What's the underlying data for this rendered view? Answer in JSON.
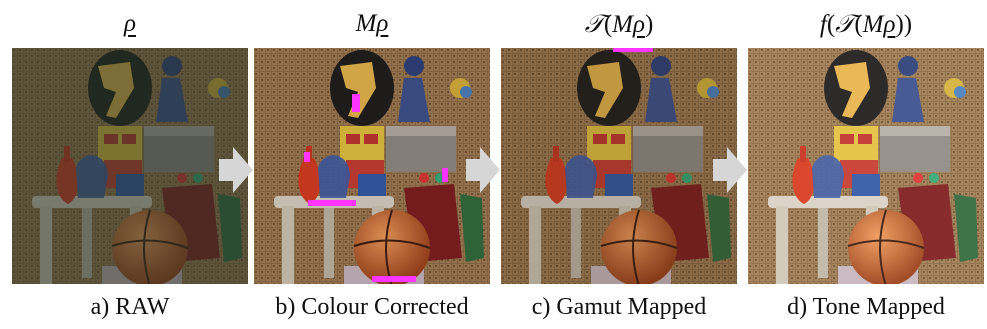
{
  "panels": [
    {
      "math": "ρ",
      "caption": "a) RAW",
      "tint": "raw"
    },
    {
      "math": "Mρ",
      "caption": "b) Colour Corrected",
      "tint": "corrected"
    },
    {
      "math": "𝒯(Mρ)",
      "caption": "c) Gamut Mapped",
      "tint": "gamut"
    },
    {
      "math": "f(𝒯(Mρ))",
      "caption": "d) Tone Mapped",
      "tint": "tone"
    }
  ],
  "colors": {
    "arrow": "#d6d6d6",
    "artifact": "#ff35ff"
  }
}
